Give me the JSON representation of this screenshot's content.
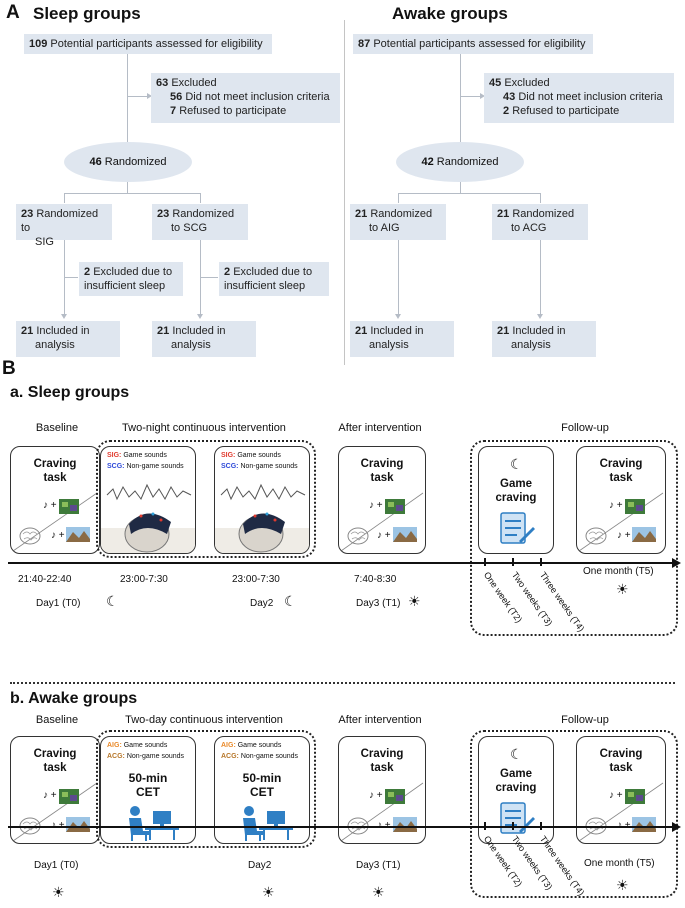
{
  "panel_a": {
    "label": "A",
    "sleep": {
      "title": "Sleep groups",
      "assessed": {
        "n": "109",
        "text": "Potential participants assessed for eligibility"
      },
      "excluded": {
        "n": "63",
        "text": "Excluded"
      },
      "not_meet": {
        "n": "56",
        "text": "Did not meet inclusion criteria"
      },
      "refused": {
        "n": "7",
        "text": "Refused to participate"
      },
      "randomized": {
        "n": "46",
        "text": "Randomized"
      },
      "arm1": {
        "n": "23",
        "line1": "Randomized to",
        "line2": "SIG"
      },
      "arm2": {
        "n": "23",
        "line1": "Randomized",
        "line2": "to SCG"
      },
      "excl1": {
        "n": "2",
        "line1": "Excluded due to",
        "line2": "insufficient sleep"
      },
      "excl2": {
        "n": "2",
        "line1": "Excluded due to",
        "line2": "insufficient sleep"
      },
      "incl1": {
        "n": "21",
        "line1": "Included in",
        "line2": "analysis"
      },
      "incl2": {
        "n": "21",
        "line1": "Included in",
        "line2": "analysis"
      }
    },
    "awake": {
      "title": "Awake groups",
      "assessed": {
        "n": "87",
        "text": "Potential participants assessed for eligibility"
      },
      "excluded": {
        "n": "45",
        "text": "Excluded"
      },
      "not_meet": {
        "n": "43",
        "text": "Did not meet inclusion criteria"
      },
      "refused": {
        "n": "2",
        "text": "Refused to participate"
      },
      "randomized": {
        "n": "42",
        "text": "Randomized"
      },
      "arm1": {
        "n": "21",
        "line1": "Randomized",
        "line2": "to AIG"
      },
      "arm2": {
        "n": "21",
        "line1": "Randomized",
        "line2": "to ACG"
      },
      "incl1": {
        "n": "21",
        "line1": "Included in",
        "line2": "analysis"
      },
      "incl2": {
        "n": "21",
        "line1": "Included in",
        "line2": "analysis"
      }
    }
  },
  "panel_b": {
    "label": "B",
    "sleep": {
      "title": "a.  Sleep groups",
      "baseline": "Baseline",
      "intervention": "Two-night continuous intervention",
      "after": "After intervention",
      "followup": "Follow-up",
      "craving_task": "Craving\ntask",
      "game_craving": "Game\ncraving",
      "sig_label": "SIG:",
      "sig_text": "Game sounds",
      "ctrl_label": "SCG:",
      "ctrl_text": "Non-game sounds",
      "times": [
        "21:40-22:40",
        "23:00-7:30",
        "23:00-7:30",
        "7:40-8:30",
        "One month (T5)"
      ],
      "days": [
        "Day1 (T0)",
        "Day2",
        "Day3 (T1)"
      ],
      "follow_ticks": [
        "One week (T2)",
        "Two weeks (T3)",
        "Three weeks (T4)"
      ]
    },
    "awake": {
      "title": "b.  Awake groups",
      "baseline": "Baseline",
      "intervention": "Two-day continuous intervention",
      "after": "After intervention",
      "followup": "Follow-up",
      "craving_task": "Craving\ntask",
      "game_craving": "Game\ncraving",
      "aig_label": "AIG:",
      "aig_text": "Game sounds",
      "ctrl_label": "ACG:",
      "ctrl_text": "Non-game sounds",
      "cet": "50-min\nCET",
      "days": [
        "Day1 (T0)",
        "Day2",
        "Day3 (T1)",
        "One month (T5)"
      ],
      "follow_ticks": [
        "One week (T2)",
        "Two weeks (T3)",
        "Three weeks (T4)"
      ]
    }
  },
  "colors": {
    "flow_box": "#dfe6ef",
    "sig_red": "#e03a2e",
    "scg_blue": "#2d49d8",
    "aig_orange": "#e98a2a",
    "acg_brown": "#b7772a",
    "person_blue": "#2f7fc4"
  },
  "icons": [
    "moon-icon",
    "sun-icon",
    "brain-icon",
    "music-note-icon",
    "game-screenshot-icon",
    "landscape-icon",
    "eeg-cap-icon",
    "checklist-icon",
    "person-computer-icon"
  ]
}
